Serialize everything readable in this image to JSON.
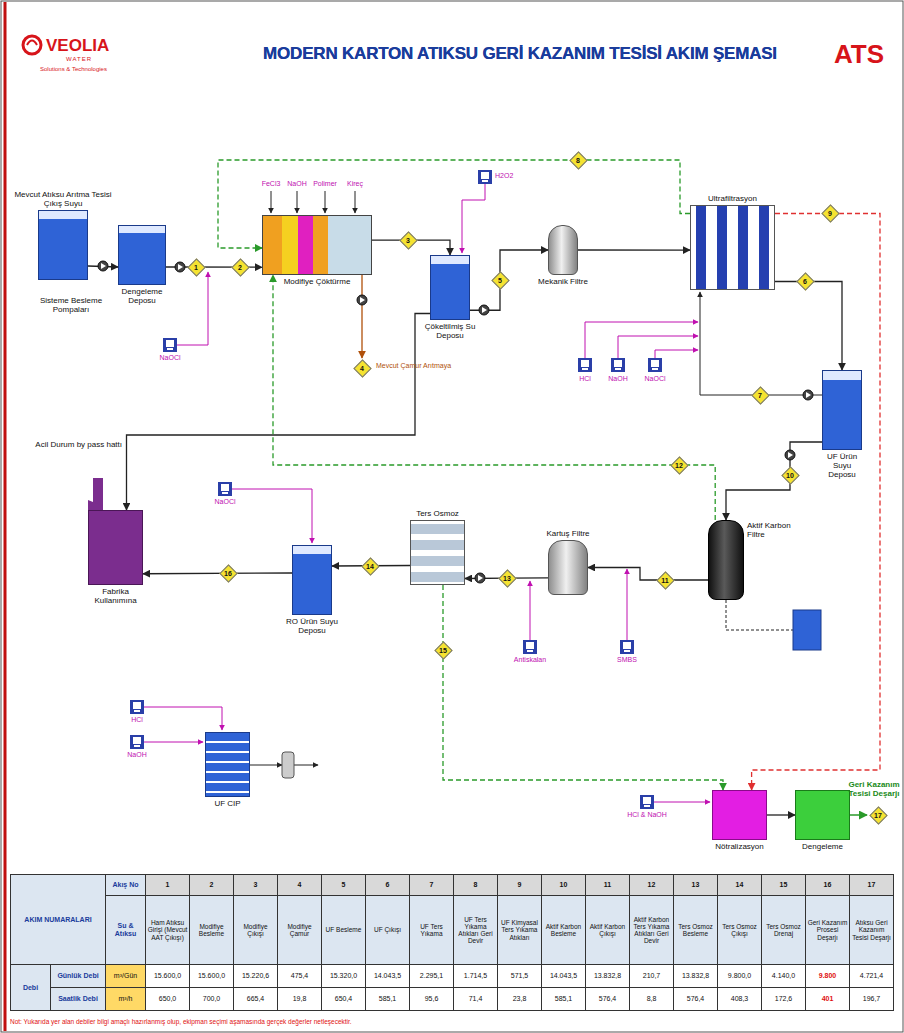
{
  "diagram": {
    "title": "MODERN KARTON ATIKSU GERİ KAZANIM TESİSİ AKIM ŞEMASI",
    "nodes": [
      {
        "text": [
          "Mevcut Atıksu Arıtma Tesisi Çıkış Suyu"
        ]
      },
      {
        "text": [
          "Dengeleme Deposu"
        ]
      },
      {
        "text": [
          "Modifiye Çöktürme"
        ]
      },
      {
        "text": [
          "Çökeltilmiş Su Deposu"
        ]
      },
      {
        "text": [
          "Mekanik Filtre"
        ]
      },
      {
        "text": [
          "Ultrafiltrasyon"
        ]
      },
      {
        "text": [
          "UF Ürün Suyu Deposu"
        ]
      },
      {
        "text": [
          "Aktif Karbon Filtre"
        ]
      },
      {
        "text": [
          "Kartuş Filtre"
        ]
      },
      {
        "text": [
          "Ters Osmoz"
        ]
      },
      {
        "text": [
          "RO Ürün Suyu Deposu"
        ]
      },
      {
        "text": [
          "Fabrika Kullanımına"
        ]
      },
      {
        "text": [
          "UF CIP"
        ]
      },
      {
        "text": [
          "Nötralizasyon"
        ]
      },
      {
        "text": [
          "Dengeleme"
        ]
      }
    ],
    "edges": [
      {
        "from": 0,
        "to": 1,
        "arrow": "to"
      },
      {
        "from": 1,
        "to": 2,
        "arrow": "to"
      },
      {
        "from": 2,
        "to": 3,
        "arrow": "to"
      },
      {
        "from": 3,
        "to": 4,
        "arrow": "to"
      },
      {
        "from": 4,
        "to": 5,
        "arrow": "to"
      },
      {
        "from": 5,
        "to": 6,
        "arrow": "to"
      },
      {
        "from": 6,
        "to": 7,
        "arrow": "to"
      },
      {
        "from": 7,
        "to": 8,
        "arrow": "to"
      },
      {
        "from": 8,
        "to": 9,
        "arrow": "to"
      },
      {
        "from": 9,
        "to": 10,
        "arrow": "to"
      },
      {
        "from": 10,
        "to": 11,
        "arrow": "to"
      },
      {
        "from": 3,
        "to": 11,
        "arrow": "to"
      },
      {
        "from": 5,
        "to": 2,
        "arrow": "to"
      },
      {
        "from": 5,
        "to": 13,
        "arrow": "to"
      },
      {
        "from": 7,
        "to": 2,
        "arrow": "to"
      },
      {
        "from": 9,
        "to": 13,
        "arrow": "to"
      },
      {
        "from": 13,
        "to": 14,
        "arrow": "to"
      }
    ],
    "labels": [
      "VEOLIA",
      "WATER",
      "Solutions & Technologies",
      "ATS",
      "Sisteme Besleme Pompaları",
      "Mevcut Çamur Arıtmaya",
      "Acil Durum by pass hattı",
      "Geri Kazanım Tesisi Deşarjı",
      "FeCl3",
      "NaOH",
      "Polimer",
      "Kireç",
      "NaOCl",
      "H2O2",
      "HCl",
      "NaOH",
      "NaOCl",
      "NaOCl",
      "Antiskalan",
      "SMBS",
      "HCl",
      "NaOH",
      "HCl & NaOH",
      "1",
      "2",
      "3",
      "4",
      "5",
      "6",
      "7",
      "8",
      "9",
      "10",
      "11",
      "12",
      "13",
      "14",
      "15",
      "16",
      "17",
      "AKIM NUMARALARI",
      "Akış No",
      "1",
      "2",
      "3",
      "4",
      "5",
      "6",
      "7",
      "8",
      "9",
      "10",
      "11",
      "12",
      "13",
      "14",
      "15",
      "16",
      "17",
      "Su & Atıksu",
      "Ham Atıksu Girişi (Mevcut AAT Çıkışı)",
      "Modifiye Besleme",
      "Modifiye Çıkışı",
      "Modifiye Çamur",
      "UF Besleme",
      "UF Çıkışı",
      "UF Ters Yıkama",
      "UF Ters Yıkama Atıkları Geri Devir",
      "UF Kimyasal Ters Yıkama Atıkları",
      "Aktif Karbon Besleme",
      "Aktif Karbon Çıkışı",
      "Aktif Karbon Ters Yıkama Atıkları Geri Devir",
      "Ters Osmoz Besleme",
      "Ters Osmoz Çıkışı",
      "Ters Osmoz Drenaj",
      "Geri Kazanım Prosesi Deşarjı",
      "Atıksu Geri Kazanım Tesisi Deşarjı",
      "Debi",
      "Günlük Debi",
      "m³/Gün",
      "15.600,0",
      "15.600,0",
      "15.220,6",
      "475,4",
      "15.320,0",
      "14.043,5",
      "2.295,1",
      "1.714,5",
      "571,5",
      "14.043,5",
      "13.832,8",
      "210,7",
      "13.832,8",
      "9.800,0",
      "4.140,0",
      "9.800",
      "4.721,4",
      "Saatlik Debi",
      "m³/h",
      "650,0",
      "700,0",
      "665,4",
      "19,8",
      "650,4",
      "585,1",
      "95,6",
      "71,4",
      "23,8",
      "585,1",
      "576,4",
      "8,8",
      "576,4",
      "408,3",
      "172,6",
      "401",
      "196,7",
      "Not: Yukarıda yer alan debiler bilgi amaçlı hazırlanmış olup, ekipman seçimi aşamasında gerçek değerler netleşecektir."
    ]
  }
}
